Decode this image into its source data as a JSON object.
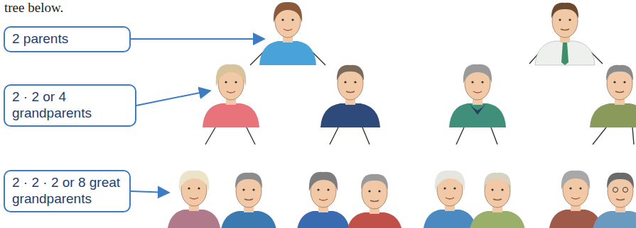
{
  "diagram": {
    "nodes": [
      {
        "text": [
          "2 parents"
        ]
      },
      {
        "text": [
          "2 · 2 or 4 grandparents"
        ]
      },
      {
        "text": [
          "2 · 2 · 2 or 8 great grandparents"
        ]
      }
    ],
    "labels": [
      "tree below."
    ]
  }
}
